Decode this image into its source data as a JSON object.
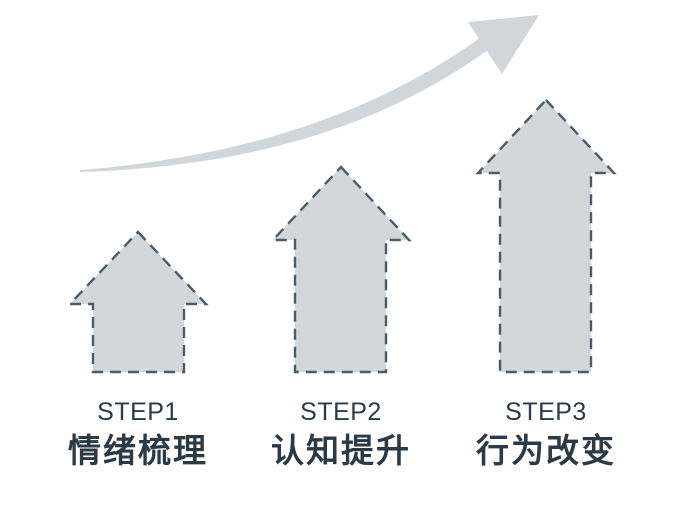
{
  "colors": {
    "background": "#ffffff",
    "arrow_fill": "#d3d7d9",
    "dash_stroke": "#4e5b64",
    "swoosh": "#d2d6d9",
    "text": "#2b3a44"
  },
  "icons": {
    "growth_curve": "growth-curve-arrow-icon",
    "step_arrows": [
      "step1-up-arrow-icon",
      "step2-up-arrow-icon",
      "step3-up-arrow-icon"
    ]
  },
  "steps": [
    {
      "label": "STEP1",
      "title": "情绪梳理"
    },
    {
      "label": "STEP2",
      "title": "认知提升"
    },
    {
      "label": "STEP3",
      "title": "行为改变"
    }
  ]
}
